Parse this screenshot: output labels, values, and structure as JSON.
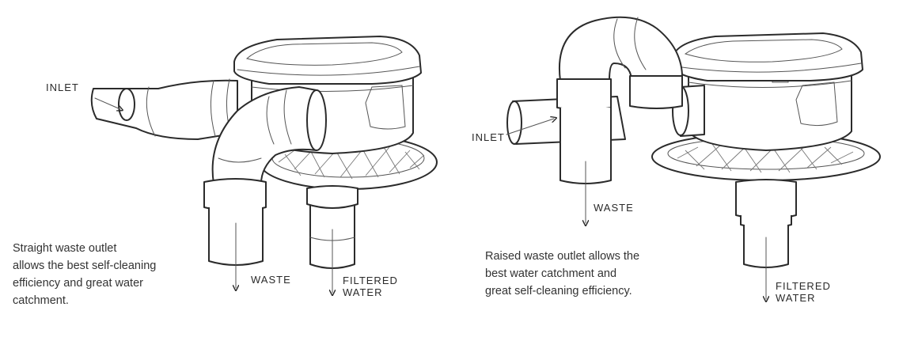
{
  "left_diagram": {
    "inlet_label": "INLET",
    "waste_label": "WASTE",
    "filtered_label_line1": "FILTERED",
    "filtered_label_line2": "WATER",
    "caption": [
      "Straight waste outlet",
      "allows the best self-cleaning",
      "efficiency and great water",
      "catchment."
    ]
  },
  "right_diagram": {
    "inlet_label": "INLET",
    "waste_label": "WASTE",
    "filtered_label_line1": "FILTERED",
    "filtered_label_line2": "WATER",
    "caption": [
      "Raised waste outlet allows the",
      "best water catchment and",
      "great self-cleaning efficiency."
    ]
  },
  "colors": {
    "line": "#2b2b2b",
    "text": "#2a2a2a",
    "background": "#ffffff"
  }
}
